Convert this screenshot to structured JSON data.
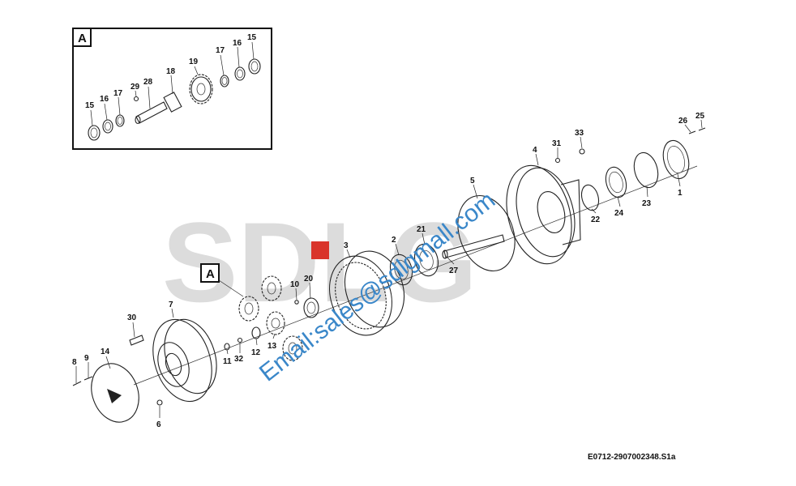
{
  "watermark": {
    "logo_text": "SDLG",
    "email_text": "Email:sales@sdlgmall.com",
    "logo_color": "#dcdcdc",
    "red_mark_color": "#d9342b",
    "email_color": "#3a87c9"
  },
  "detail": {
    "label": "A"
  },
  "callout": {
    "label": "A"
  },
  "drawing_code": "E0712-2907002348.S1a",
  "detail_labels": [
    "15",
    "16",
    "17",
    "29",
    "28",
    "18",
    "19",
    "17",
    "16",
    "15"
  ],
  "main_labels": [
    "26",
    "25",
    "33",
    "31",
    "4",
    "5",
    "1",
    "23",
    "24",
    "22",
    "2",
    "21",
    "27",
    "3",
    "20",
    "10",
    "7",
    "30",
    "9",
    "8",
    "14",
    "11",
    "32",
    "12",
    "13",
    "6"
  ]
}
